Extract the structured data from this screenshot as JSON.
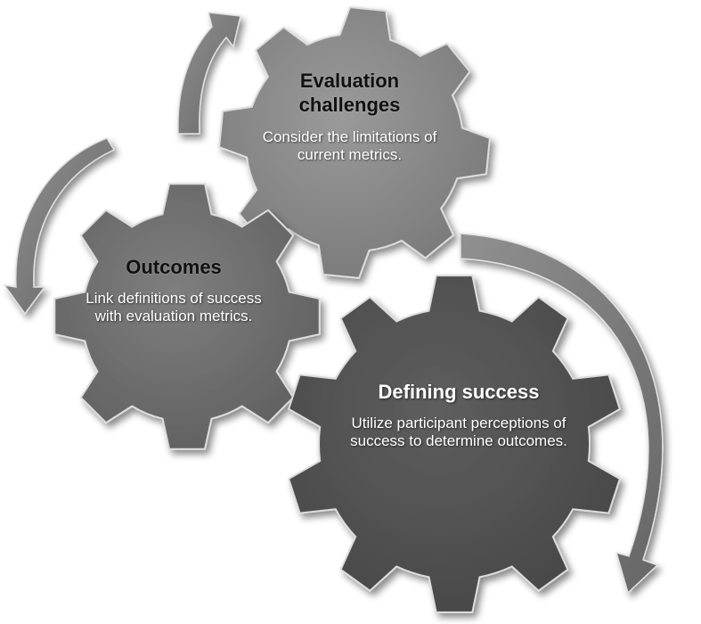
{
  "colors": {
    "gear_light": "#8a8a8a",
    "gear_mid": "#6e6e6e",
    "gear_dark": "#555555",
    "arrow": "#7a7a7a",
    "outline": "#dcdcdc"
  },
  "gears": {
    "evaluation": {
      "title": "Evaluation challenges",
      "body": "Consider the limitations of current metrics."
    },
    "outcomes": {
      "title": "Outcomes",
      "body": "Link definitions of success with evaluation metrics."
    },
    "defining": {
      "title": "Defining success",
      "body": "Utilize participant perceptions of success to determine outcomes."
    }
  }
}
